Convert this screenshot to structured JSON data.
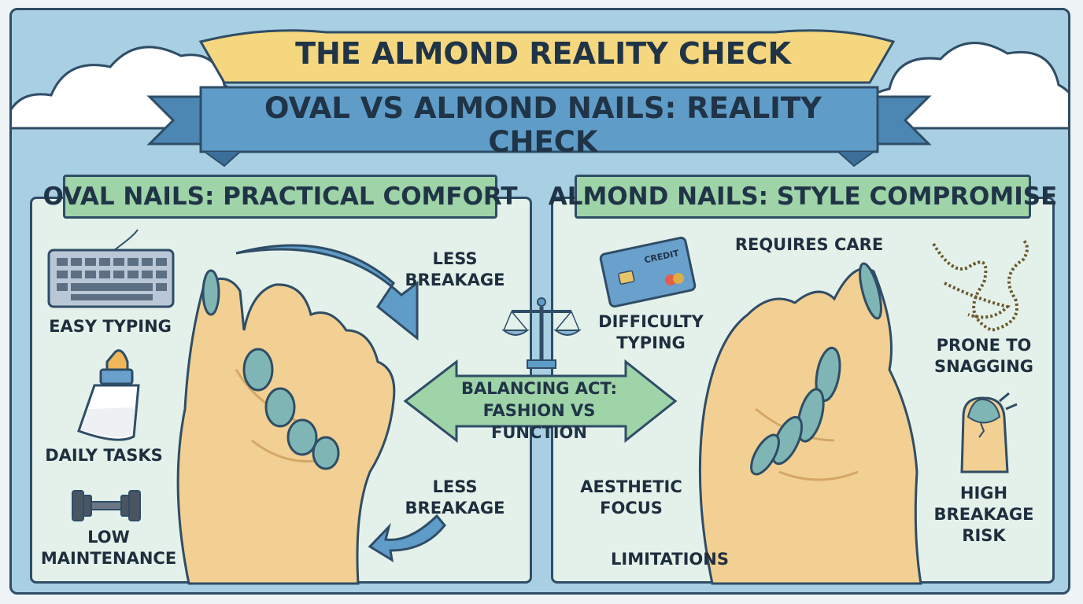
{
  "header": {
    "title": "THE ALMOND REALITY CHECK",
    "subtitle": "OVAL VS ALMOND NAILS: REALITY CHECK"
  },
  "left_panel": {
    "heading": "OVAL NAILS: PRACTICAL COMFORT",
    "items": [
      "EASY TYPING",
      "DAILY TASKS",
      "LOW MAINTENANCE"
    ],
    "notes": [
      "LESS BREAKAGE",
      "LESS BREAKAGE"
    ]
  },
  "right_panel": {
    "heading": "ALMOND NAILS: STYLE COMPROMISE",
    "items": [
      "PRONE TO SNAGGING",
      "HIGH BREAKAGE RISK"
    ],
    "notes": [
      "REQUIRES CARE",
      "DIFFICULTY TYPING",
      "AESTHETIC FOCUS",
      "LIMITATIONS"
    ],
    "card_text": "CREDIT"
  },
  "center": {
    "arrow_line1": "BALANCING ACT:",
    "arrow_line2": "FASHION VS FUNCTION"
  },
  "colors": {
    "sky": "#a9cfe3",
    "panel": "#e3f1ea",
    "tag": "#9fd3a8",
    "banner": "#5f9cc8",
    "ribbon": "#f4d77e",
    "nail": "#7fb6b5",
    "skin": "#f2cf92",
    "outline": "#2f4d66"
  }
}
